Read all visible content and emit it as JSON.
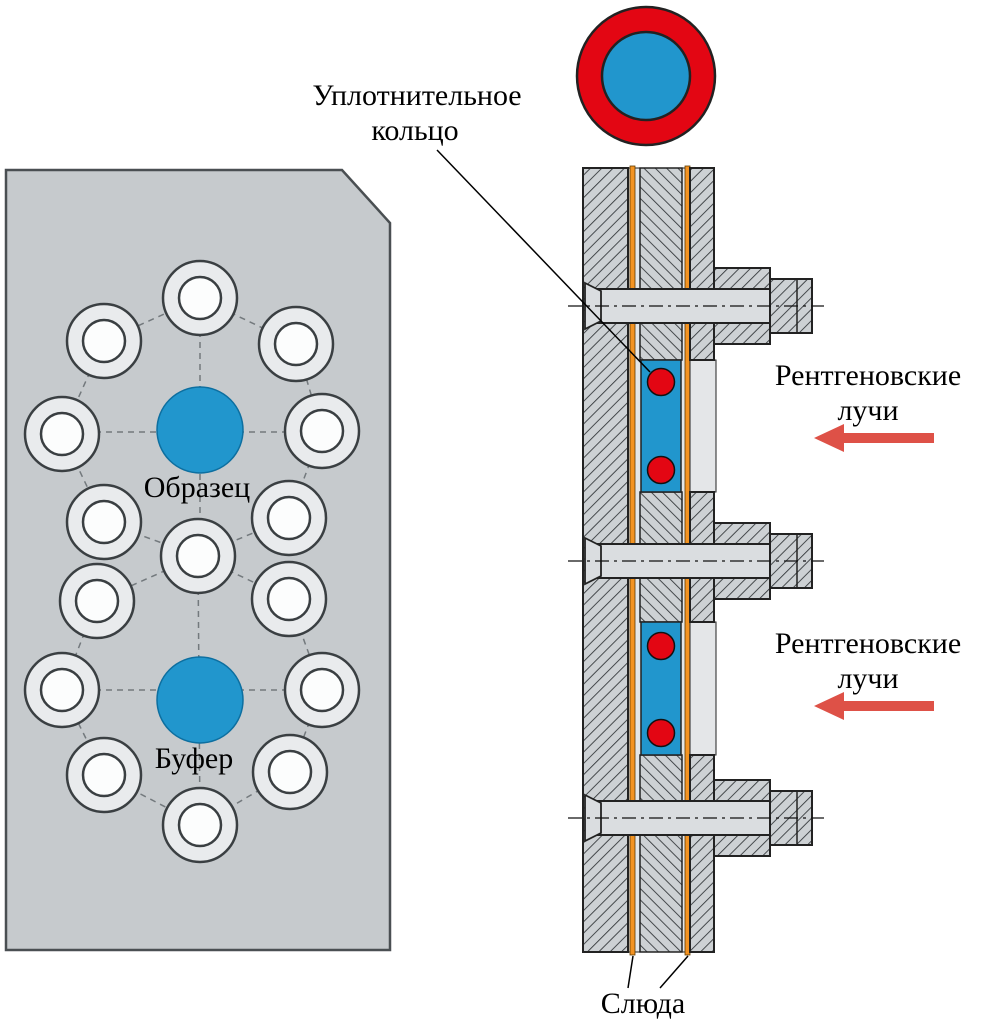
{
  "diagram": {
    "labels": {
      "sealing_ring_line1": "Уплотнительное",
      "sealing_ring_line2": "кольцо",
      "sample": "Образец",
      "buffer": "Буфер",
      "xray_top_line1": "Рентгеновские",
      "xray_top_line2": "лучи",
      "xray_bottom_line1": "Рентгеновские",
      "xray_bottom_line2": "лучи",
      "mica": "Слюда"
    },
    "palette": {
      "plate_gray": "#c6cacd",
      "hole_ring_gray": "#e9ebed",
      "hole_center_white": "#fcfdfd",
      "liquid_blue": "#2196cd",
      "oring_red": "#e30613",
      "mica_orange": "#f39322",
      "xray_arrow_red": "#de5147",
      "hatch_background": "#cdd1d4",
      "hatch_line": "#2e3235",
      "section_light_gray": "#e4e6e8",
      "bolt_gray": "#dadde0",
      "outline_dark": "#222222"
    }
  }
}
